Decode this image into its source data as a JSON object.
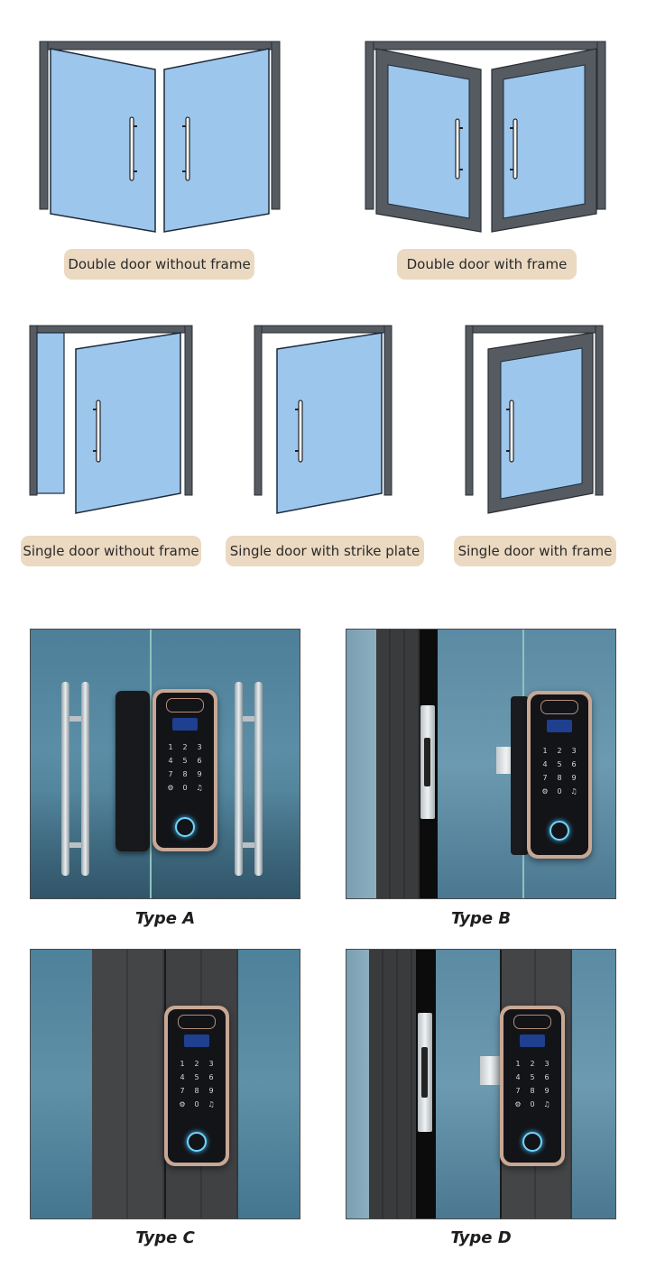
{
  "door_types": {
    "double_no_frame": "Double door without frame",
    "double_frame": "Double door with frame",
    "single_no_frame": "Single door without frame",
    "single_strike": "Single door with strike plate",
    "single_frame": "Single door with frame"
  },
  "install_types": {
    "a": "Type A",
    "b": "Type B",
    "c": "Type C",
    "d": "Type D"
  },
  "colors": {
    "glass": "#9dc6ec",
    "frame": "#555b61",
    "pill": "#ebd9c1",
    "lock_trim": "#c8a795"
  }
}
